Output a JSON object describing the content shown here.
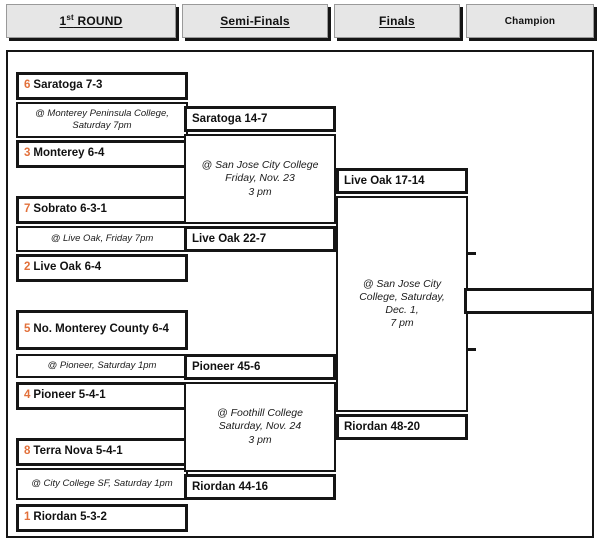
{
  "header": {
    "rounds": [
      {
        "label": "1",
        "suffix": "st",
        "rest": " ROUND",
        "name": "first-round"
      },
      {
        "label": "Semi-Finals",
        "name": "semi-finals"
      },
      {
        "label": "Finals",
        "name": "finals"
      },
      {
        "label": "Champion",
        "name": "champion"
      }
    ]
  },
  "colors": {
    "seed": "#e2703a",
    "frame": "#151515",
    "header_bg": "#e6e6e6"
  },
  "round1": {
    "teams": [
      {
        "seed": "6",
        "name": "Saratoga",
        "record": "7-3"
      },
      {
        "seed": "3",
        "name": "Monterey",
        "record": "6-4"
      },
      {
        "seed": "7",
        "name": "Sobrato",
        "record": "6-3-1"
      },
      {
        "seed": "2",
        "name": "Live Oak",
        "record": "6-4"
      },
      {
        "seed": "5",
        "name": "No. Monterey County",
        "record": "6-4"
      },
      {
        "seed": "4",
        "name": "Pioneer",
        "record": "5-4-1"
      },
      {
        "seed": "8",
        "name": "Terra Nova",
        "record": "5-4-1"
      },
      {
        "seed": "1",
        "name": "Riordan",
        "record": "5-3-2"
      }
    ],
    "games": [
      {
        "venue": "@ Monterey Peninsula College, Saturday 7pm"
      },
      {
        "venue": "@ Live Oak, Friday 7pm"
      },
      {
        "venue": "@ Pioneer, Saturday 1pm"
      },
      {
        "venue": "@ City College SF, Saturday 1pm"
      }
    ]
  },
  "semifinals": {
    "winners": [
      {
        "text": "Saratoga 14-7"
      },
      {
        "text": "Live Oak 22-7"
      },
      {
        "text": "Pioneer 45-6"
      },
      {
        "text": "Riordan 44-16"
      }
    ],
    "games": [
      {
        "line1": "@ San Jose City College",
        "line2": "Friday, Nov. 23",
        "line3": "3 pm"
      },
      {
        "line1": "@ Foothill College",
        "line2": "Saturday, Nov. 24",
        "line3": "3 pm"
      }
    ]
  },
  "finals": {
    "winners": [
      {
        "text": "Live Oak 17-14"
      },
      {
        "text": "Riordan 48-20"
      }
    ],
    "game": {
      "line1": "@ San Jose City",
      "line2": "College, Saturday,",
      "line3": "Dec. 1,",
      "line4": "7 pm"
    }
  },
  "champion": {
    "text": ""
  }
}
